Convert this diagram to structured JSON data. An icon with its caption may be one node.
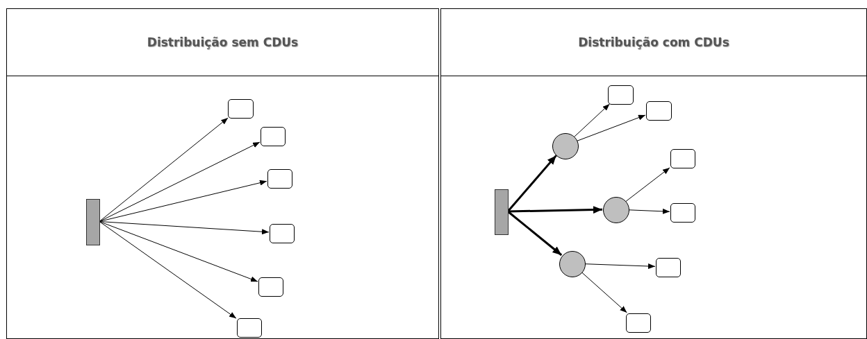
{
  "diagram": {
    "nodes": [
      {
        "text": [
          "Distribuição sem CDUs"
        ]
      },
      {
        "text": [],
        "shape": "bar",
        "in": 0
      },
      {
        "text": [],
        "shape": "box",
        "in": 0
      },
      {
        "text": [],
        "shape": "box",
        "in": 0
      },
      {
        "text": [],
        "shape": "box",
        "in": 0
      },
      {
        "text": [],
        "shape": "box",
        "in": 0
      },
      {
        "text": [],
        "shape": "box",
        "in": 0
      },
      {
        "text": [],
        "shape": "box",
        "in": 0
      },
      {
        "text": [
          "Distribuição com CDUs"
        ]
      },
      {
        "text": [],
        "shape": "bar",
        "in": 8
      },
      {
        "text": [],
        "shape": "circle",
        "in": 8
      },
      {
        "text": [],
        "shape": "box",
        "in": 8
      },
      {
        "text": [],
        "shape": "box",
        "in": 8
      },
      {
        "text": [],
        "shape": "circle",
        "in": 8
      },
      {
        "text": [],
        "shape": "box",
        "in": 8
      },
      {
        "text": [],
        "shape": "box",
        "in": 8
      },
      {
        "text": [],
        "shape": "circle",
        "in": 8
      },
      {
        "text": [],
        "shape": "box",
        "in": 8
      },
      {
        "text": [],
        "shape": "box",
        "in": 8
      }
    ],
    "edges": [
      {
        "from": 1,
        "to": 2,
        "arrow": "to"
      },
      {
        "from": 1,
        "to": 3,
        "arrow": "to"
      },
      {
        "from": 1,
        "to": 4,
        "arrow": "to"
      },
      {
        "from": 1,
        "to": 5,
        "arrow": "to"
      },
      {
        "from": 1,
        "to": 6,
        "arrow": "to"
      },
      {
        "from": 1,
        "to": 7,
        "arrow": "to"
      },
      {
        "from": 9,
        "to": 10,
        "arrow": "to",
        "style": "thick"
      },
      {
        "from": 9,
        "to": 13,
        "arrow": "to",
        "style": "thick"
      },
      {
        "from": 9,
        "to": 16,
        "arrow": "to",
        "style": "thick"
      },
      {
        "from": 10,
        "to": 11,
        "arrow": "to"
      },
      {
        "from": 10,
        "to": 12,
        "arrow": "to"
      },
      {
        "from": 13,
        "to": 14,
        "arrow": "to"
      },
      {
        "from": 13,
        "to": 15,
        "arrow": "to"
      },
      {
        "from": 16,
        "to": 17,
        "arrow": "to"
      },
      {
        "from": 16,
        "to": 18,
        "arrow": "to"
      }
    ]
  }
}
